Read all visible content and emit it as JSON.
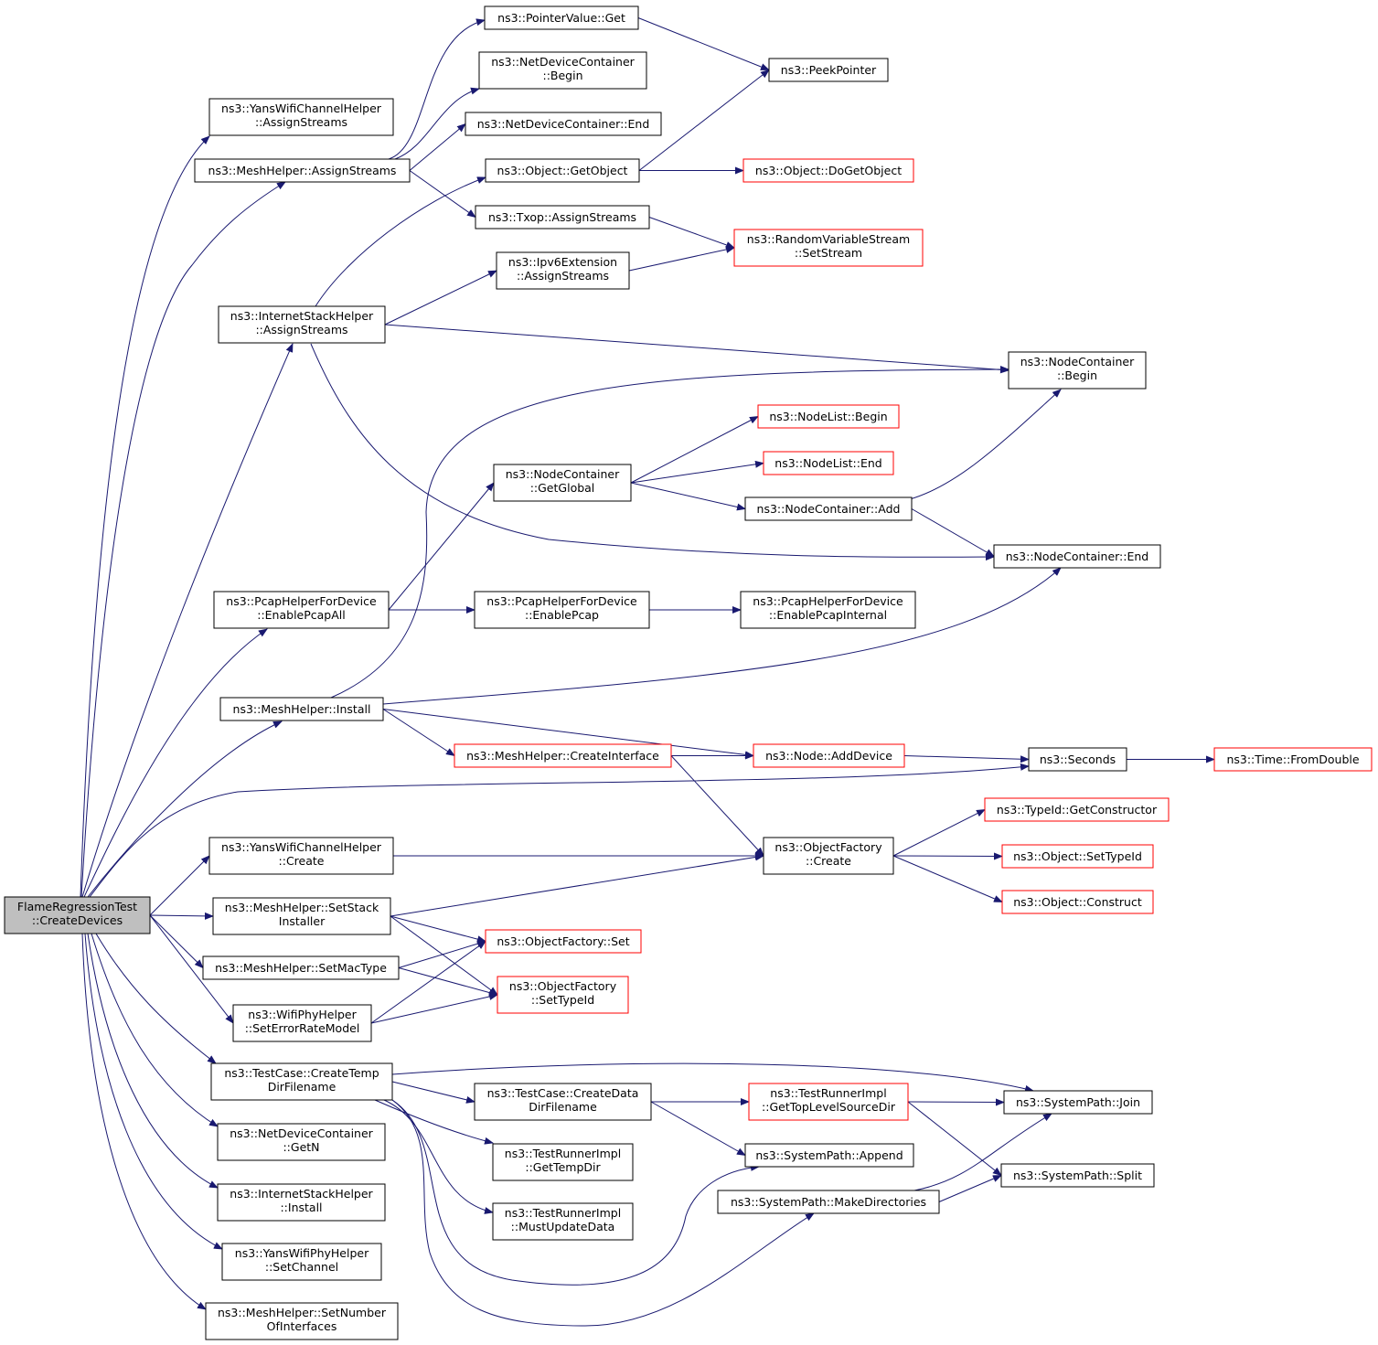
{
  "colors": {
    "edge": "#191970",
    "border": "#000000",
    "border_red": "#ff0000",
    "root_fill": "#bfbfbf",
    "background": "#ffffff"
  },
  "nodes": [
    {
      "id": "root",
      "lines": [
        "FlameRegressionTest",
        "::CreateDevices"
      ],
      "style": "root"
    },
    {
      "id": "yans_chan_assign",
      "lines": [
        "ns3::YansWifiChannelHelper",
        "::AssignStreams"
      ],
      "style": "normal"
    },
    {
      "id": "mesh_assign",
      "lines": [
        "ns3::MeshHelper::AssignStreams"
      ],
      "style": "normal"
    },
    {
      "id": "inet_assign",
      "lines": [
        "ns3::InternetStackHelper",
        "::AssignStreams"
      ],
      "style": "normal"
    },
    {
      "id": "pcap_all",
      "lines": [
        "ns3::PcapHelperForDevice",
        "::EnablePcapAll"
      ],
      "style": "normal"
    },
    {
      "id": "mesh_install",
      "lines": [
        "ns3::MeshHelper::Install"
      ],
      "style": "normal"
    },
    {
      "id": "yans_chan_create",
      "lines": [
        "ns3::YansWifiChannelHelper",
        "::Create"
      ],
      "style": "normal"
    },
    {
      "id": "mesh_setstack",
      "lines": [
        "ns3::MeshHelper::SetStack",
        "Installer"
      ],
      "style": "normal"
    },
    {
      "id": "mesh_setmac",
      "lines": [
        "ns3::MeshHelper::SetMacType"
      ],
      "style": "normal"
    },
    {
      "id": "wifiphy_seterr",
      "lines": [
        "ns3::WifiPhyHelper",
        "::SetErrorRateModel"
      ],
      "style": "normal"
    },
    {
      "id": "tc_tempdir",
      "lines": [
        "ns3::TestCase::CreateTemp",
        "DirFilename"
      ],
      "style": "normal"
    },
    {
      "id": "ndc_getn",
      "lines": [
        "ns3::NetDeviceContainer",
        "::GetN"
      ],
      "style": "normal"
    },
    {
      "id": "inet_install",
      "lines": [
        "ns3::InternetStackHelper",
        "::Install"
      ],
      "style": "normal"
    },
    {
      "id": "yans_phy_setchan",
      "lines": [
        "ns3::YansWifiPhyHelper",
        "::SetChannel"
      ],
      "style": "normal"
    },
    {
      "id": "mesh_setnum",
      "lines": [
        "ns3::MeshHelper::SetNumber",
        "OfInterfaces"
      ],
      "style": "normal"
    },
    {
      "id": "pv_get",
      "lines": [
        "ns3::PointerValue::Get"
      ],
      "style": "normal"
    },
    {
      "id": "ndc_begin",
      "lines": [
        "ns3::NetDeviceContainer",
        "::Begin"
      ],
      "style": "normal"
    },
    {
      "id": "ndc_end",
      "lines": [
        "ns3::NetDeviceContainer::End"
      ],
      "style": "normal"
    },
    {
      "id": "obj_getobject",
      "lines": [
        "ns3::Object::GetObject"
      ],
      "style": "normal"
    },
    {
      "id": "txop_assign",
      "lines": [
        "ns3::Txop::AssignStreams"
      ],
      "style": "normal"
    },
    {
      "id": "ipv6ext_assign",
      "lines": [
        "ns3::Ipv6Extension",
        "::AssignStreams"
      ],
      "style": "normal"
    },
    {
      "id": "nc_getglobal",
      "lines": [
        "ns3::NodeContainer",
        "::GetGlobal"
      ],
      "style": "normal"
    },
    {
      "id": "pcap_enable",
      "lines": [
        "ns3::PcapHelperForDevice",
        "::EnablePcap"
      ],
      "style": "normal"
    },
    {
      "id": "mesh_createif",
      "lines": [
        "ns3::MeshHelper::CreateInterface"
      ],
      "style": "red"
    },
    {
      "id": "of_set",
      "lines": [
        "ns3::ObjectFactory::Set"
      ],
      "style": "red"
    },
    {
      "id": "of_settypeid",
      "lines": [
        "ns3::ObjectFactory",
        "::SetTypeId"
      ],
      "style": "red"
    },
    {
      "id": "tc_datadir",
      "lines": [
        "ns3::TestCase::CreateData",
        "DirFilename"
      ],
      "style": "normal"
    },
    {
      "id": "tri_gettemp",
      "lines": [
        "ns3::TestRunnerImpl",
        "::GetTempDir"
      ],
      "style": "normal"
    },
    {
      "id": "tri_mustupdate",
      "lines": [
        "ns3::TestRunnerImpl",
        "::MustUpdateData"
      ],
      "style": "normal"
    },
    {
      "id": "peekpointer",
      "lines": [
        "ns3::PeekPointer"
      ],
      "style": "normal"
    },
    {
      "id": "obj_dogetobject",
      "lines": [
        "ns3::Object::DoGetObject"
      ],
      "style": "red"
    },
    {
      "id": "rvs_setstream",
      "lines": [
        "ns3::RandomVariableStream",
        "::SetStream"
      ],
      "style": "red"
    },
    {
      "id": "nodelist_begin",
      "lines": [
        "ns3::NodeList::Begin"
      ],
      "style": "red"
    },
    {
      "id": "nodelist_end",
      "lines": [
        "ns3::NodeList::End"
      ],
      "style": "red"
    },
    {
      "id": "nc_add",
      "lines": [
        "ns3::NodeContainer::Add"
      ],
      "style": "normal"
    },
    {
      "id": "pcap_internal",
      "lines": [
        "ns3::PcapHelperForDevice",
        "::EnablePcapInternal"
      ],
      "style": "normal"
    },
    {
      "id": "node_adddevice",
      "lines": [
        "ns3::Node::AddDevice"
      ],
      "style": "red"
    },
    {
      "id": "of_create",
      "lines": [
        "ns3::ObjectFactory",
        "::Create"
      ],
      "style": "normal"
    },
    {
      "id": "tri_gettoplevel",
      "lines": [
        "ns3::TestRunnerImpl",
        "::GetTopLevelSourceDir"
      ],
      "style": "red"
    },
    {
      "id": "sp_append",
      "lines": [
        "ns3::SystemPath::Append"
      ],
      "style": "normal"
    },
    {
      "id": "sp_makedirs",
      "lines": [
        "ns3::SystemPath::MakeDirectories"
      ],
      "style": "normal"
    },
    {
      "id": "nc_begin",
      "lines": [
        "ns3::NodeContainer",
        "::Begin"
      ],
      "style": "normal"
    },
    {
      "id": "nc_end",
      "lines": [
        "ns3::NodeContainer::End"
      ],
      "style": "normal"
    },
    {
      "id": "seconds",
      "lines": [
        "ns3::Seconds"
      ],
      "style": "normal"
    },
    {
      "id": "typeid_getctor",
      "lines": [
        "ns3::TypeId::GetConstructor"
      ],
      "style": "red"
    },
    {
      "id": "obj_settypeid",
      "lines": [
        "ns3::Object::SetTypeId"
      ],
      "style": "red"
    },
    {
      "id": "obj_construct",
      "lines": [
        "ns3::Object::Construct"
      ],
      "style": "red"
    },
    {
      "id": "sp_join",
      "lines": [
        "ns3::SystemPath::Join"
      ],
      "style": "normal"
    },
    {
      "id": "sp_split",
      "lines": [
        "ns3::SystemPath::Split"
      ],
      "style": "normal"
    },
    {
      "id": "time_fromdouble",
      "lines": [
        "ns3::Time::FromDouble"
      ],
      "style": "red"
    }
  ],
  "edges": [
    [
      "root",
      "yans_chan_assign"
    ],
    [
      "root",
      "mesh_assign"
    ],
    [
      "root",
      "inet_assign"
    ],
    [
      "root",
      "pcap_all"
    ],
    [
      "root",
      "mesh_install"
    ],
    [
      "root",
      "seconds"
    ],
    [
      "root",
      "yans_chan_create"
    ],
    [
      "root",
      "mesh_setstack"
    ],
    [
      "root",
      "mesh_setmac"
    ],
    [
      "root",
      "wifiphy_seterr"
    ],
    [
      "root",
      "tc_tempdir"
    ],
    [
      "root",
      "ndc_getn"
    ],
    [
      "root",
      "inet_install"
    ],
    [
      "root",
      "yans_phy_setchan"
    ],
    [
      "root",
      "mesh_setnum"
    ],
    [
      "mesh_assign",
      "pv_get"
    ],
    [
      "mesh_assign",
      "ndc_begin"
    ],
    [
      "mesh_assign",
      "ndc_end"
    ],
    [
      "mesh_assign",
      "txop_assign"
    ],
    [
      "pv_get",
      "peekpointer"
    ],
    [
      "obj_getobject",
      "peekpointer"
    ],
    [
      "obj_getobject",
      "obj_dogetobject"
    ],
    [
      "txop_assign",
      "rvs_setstream"
    ],
    [
      "ipv6ext_assign",
      "rvs_setstream"
    ],
    [
      "inet_assign",
      "obj_getobject"
    ],
    [
      "inet_assign",
      "ipv6ext_assign"
    ],
    [
      "inet_assign",
      "nc_begin"
    ],
    [
      "inet_assign",
      "nc_end"
    ],
    [
      "pcap_all",
      "nc_getglobal"
    ],
    [
      "pcap_all",
      "pcap_enable"
    ],
    [
      "pcap_enable",
      "pcap_internal"
    ],
    [
      "nc_getglobal",
      "nodelist_begin"
    ],
    [
      "nc_getglobal",
      "nodelist_end"
    ],
    [
      "nc_getglobal",
      "nc_add"
    ],
    [
      "nc_add",
      "nc_begin"
    ],
    [
      "nc_add",
      "nc_end"
    ],
    [
      "mesh_install",
      "nc_begin"
    ],
    [
      "mesh_install",
      "nc_end"
    ],
    [
      "mesh_install",
      "node_adddevice"
    ],
    [
      "mesh_install",
      "mesh_createif"
    ],
    [
      "mesh_createif",
      "node_adddevice"
    ],
    [
      "mesh_createif",
      "of_create"
    ],
    [
      "node_adddevice",
      "seconds"
    ],
    [
      "seconds",
      "time_fromdouble"
    ],
    [
      "yans_chan_create",
      "of_create"
    ],
    [
      "mesh_setstack",
      "of_create"
    ],
    [
      "of_create",
      "typeid_getctor"
    ],
    [
      "of_create",
      "obj_settypeid"
    ],
    [
      "of_create",
      "obj_construct"
    ],
    [
      "mesh_setstack",
      "of_set"
    ],
    [
      "mesh_setstack",
      "of_settypeid"
    ],
    [
      "mesh_setmac",
      "of_set"
    ],
    [
      "mesh_setmac",
      "of_settypeid"
    ],
    [
      "wifiphy_seterr",
      "of_set"
    ],
    [
      "wifiphy_seterr",
      "of_settypeid"
    ],
    [
      "tc_tempdir",
      "sp_join"
    ],
    [
      "tc_tempdir",
      "tc_datadir"
    ],
    [
      "tc_tempdir",
      "tri_gettemp"
    ],
    [
      "tc_tempdir",
      "tri_mustupdate"
    ],
    [
      "tc_tempdir",
      "sp_append"
    ],
    [
      "tc_tempdir",
      "sp_makedirs"
    ],
    [
      "tc_datadir",
      "tri_gettoplevel"
    ],
    [
      "tc_datadir",
      "sp_append"
    ],
    [
      "tri_gettoplevel",
      "sp_join"
    ],
    [
      "tri_gettoplevel",
      "sp_split"
    ],
    [
      "sp_makedirs",
      "sp_join"
    ],
    [
      "sp_makedirs",
      "sp_split"
    ]
  ]
}
